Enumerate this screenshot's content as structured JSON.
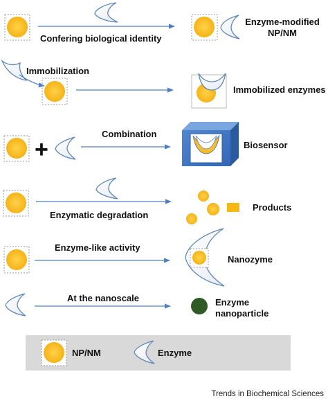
{
  "colors": {
    "np_fill": "#f8b813",
    "enzyme_stroke": "#5f86b5",
    "arrow": "#4f7fbe",
    "biosensor_box": "#4a7ec9",
    "enzyme_nanoparticle": "#2f5a26",
    "legend_bg": "#d9d9d9"
  },
  "rows": [
    {
      "label": "Confering biological identity",
      "result": "Enzyme-modified NP/NM"
    },
    {
      "label": "Immobilization",
      "result": "Immobilized enzymes"
    },
    {
      "label": "Combination",
      "result": "Biosensor"
    },
    {
      "label": "Enzymatic degradation",
      "result": "Products"
    },
    {
      "label": "Enzyme-like activity",
      "result": "Nanozyme"
    },
    {
      "label": "At the nanoscale",
      "result": "Enzyme nanoparticle"
    }
  ],
  "legend": {
    "np": "NP/NM",
    "enzyme": "Enzyme"
  },
  "footer": "Trends in Biochemical Sciences"
}
